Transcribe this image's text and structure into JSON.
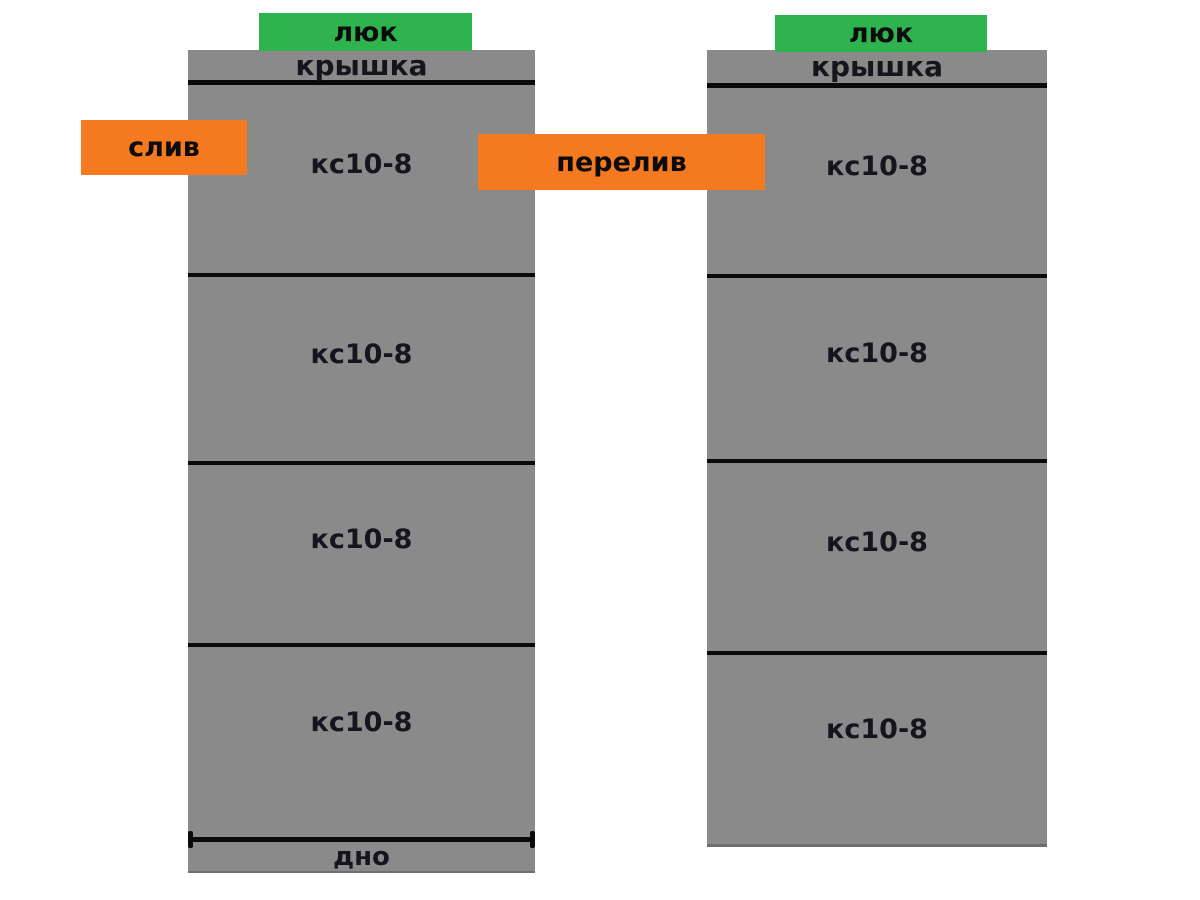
{
  "colors": {
    "background": "#ffffff",
    "ring_gray": "#8a8a8a",
    "divider_black": "#0a0a0a",
    "manhole_green": "#2eb34f",
    "pipe_orange": "#f4791f",
    "text_dark": "#15151d"
  },
  "left_well": {
    "manhole_label": "люк",
    "cover_label": "крышка",
    "rings": [
      "кс10-8",
      "кс10-8",
      "кс10-8",
      "кс10-8"
    ],
    "bottom_label": "дно"
  },
  "right_well": {
    "manhole_label": "люк",
    "cover_label": "крышка",
    "rings": [
      "кс10-8",
      "кс10-8",
      "кс10-8",
      "кс10-8"
    ]
  },
  "connections": {
    "drain_label": "слив",
    "overflow_label": "перелив"
  }
}
